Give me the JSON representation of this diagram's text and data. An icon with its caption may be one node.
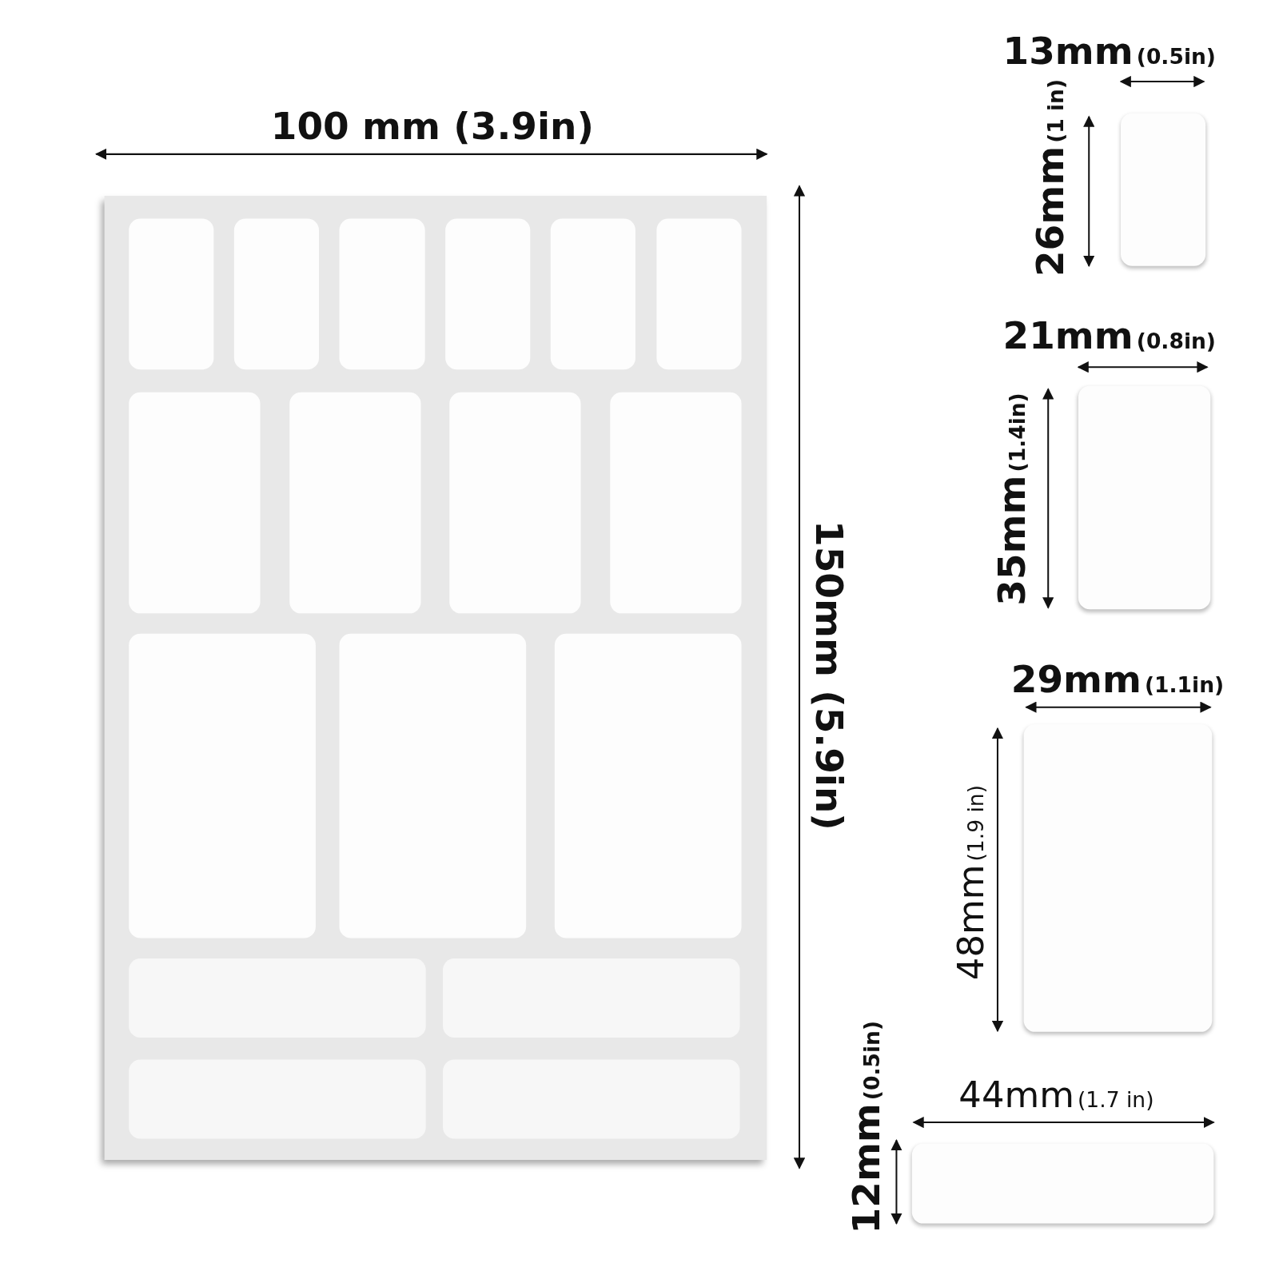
{
  "diagram": {
    "nodes": [
      {
        "text": [],
        "shape": "box"
      },
      {
        "text": [],
        "shape": "box",
        "in": 0
      },
      {
        "text": [],
        "shape": "box",
        "in": 0
      },
      {
        "text": [],
        "shape": "box",
        "in": 0
      },
      {
        "text": [],
        "shape": "box",
        "in": 0
      },
      {
        "text": [],
        "shape": "box",
        "in": 0
      },
      {
        "text": [],
        "shape": "box",
        "in": 0
      },
      {
        "text": [],
        "shape": "box",
        "in": 0
      },
      {
        "text": [],
        "shape": "box",
        "in": 0
      },
      {
        "text": [],
        "shape": "box",
        "in": 0
      },
      {
        "text": [],
        "shape": "box",
        "in": 0
      },
      {
        "text": [],
        "shape": "box",
        "in": 0
      },
      {
        "text": [],
        "shape": "box",
        "in": 0
      },
      {
        "text": [],
        "shape": "box",
        "in": 0
      },
      {
        "text": [],
        "shape": "box",
        "in": 0
      },
      {
        "text": [],
        "shape": "box",
        "in": 0
      },
      {
        "text": [],
        "shape": "box",
        "in": 0
      },
      {
        "text": [],
        "shape": "box",
        "in": 0
      },
      {
        "text": [],
        "shape": "box"
      },
      {
        "text": [],
        "shape": "box"
      },
      {
        "text": [],
        "shape": "box"
      },
      {
        "text": [],
        "shape": "box"
      }
    ],
    "labels": [
      "13mm",
      "(0.5in)",
      "100 mm (3.9in)",
      "26mm",
      "(1 in)",
      "21mm",
      "(0.8in)",
      "35mm",
      "(1.4in)",
      "150mm (5.9in)",
      "29mm",
      "(1.1in)",
      "48mm",
      "(1.9 in)",
      "12mm",
      "(0.5in)",
      "44mm",
      "(1.7 in)"
    ]
  }
}
